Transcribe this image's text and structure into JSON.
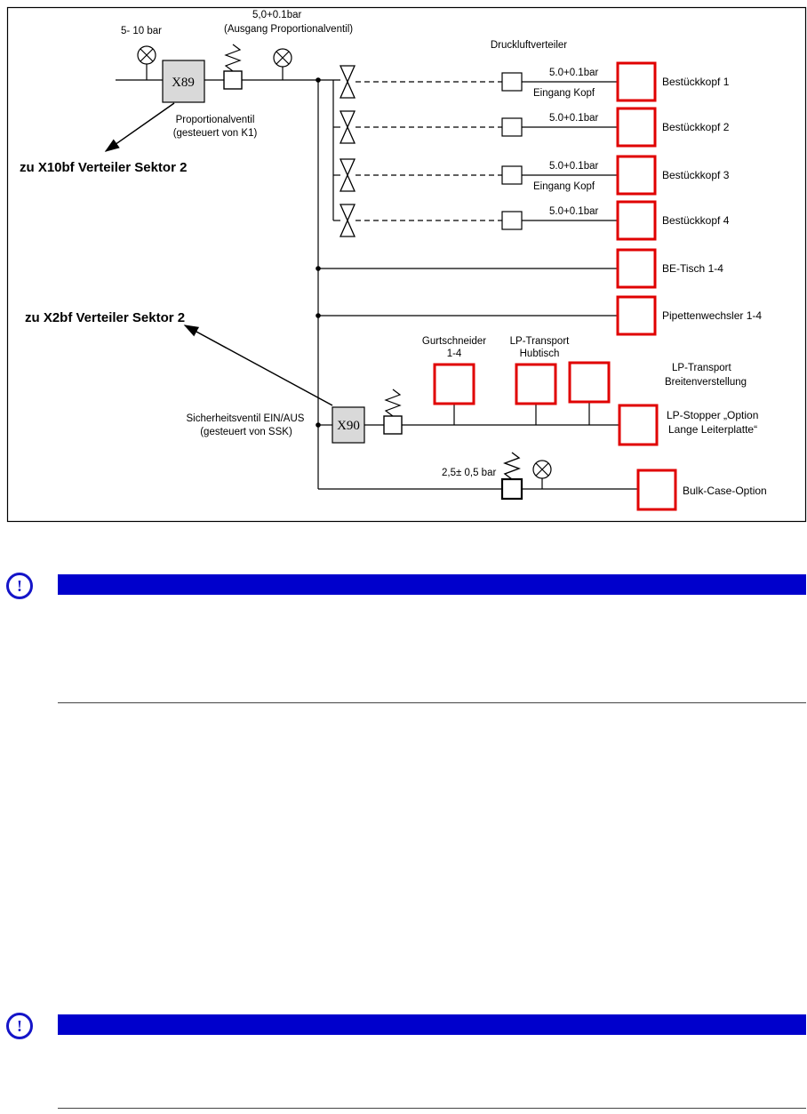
{
  "colors": {
    "red": "#e00000",
    "blue": "#0000cc",
    "gray": "#d9d9d9",
    "line": "#000000"
  },
  "diagram": {
    "supply_pressure": "5- 10 bar",
    "prop_output_pressure": "5,0+0.1bar",
    "prop_output_caption": "(Ausgang Proportionalventil)",
    "x89_label": "X89",
    "prop_valve_name": "Proportionalventil",
    "prop_valve_ctrl": "(gesteuert von K1)",
    "zu_x10bf": "zu X10bf  Verteiler Sektor  2",
    "distributor_title": "Druckluftverteiler",
    "rows": [
      {
        "pressure": "5.0+0.1bar",
        "sub": "Eingang Kopf",
        "label": "Bestückkopf 1"
      },
      {
        "pressure": "5.0+0.1bar",
        "sub": "",
        "label": "Bestückkopf 2"
      },
      {
        "pressure": "5.0+0.1bar",
        "sub": "Eingang Kopf",
        "label": "Bestückkopf 3"
      },
      {
        "pressure": "5.0+0.1bar",
        "sub": "",
        "label": "Bestückkopf 4"
      }
    ],
    "be_tisch_label": "BE-Tisch 1-4",
    "pipetten_label": "Pipettenwechsler  1-4",
    "zu_x2bf": "zu X2bf  Verteiler Sektor  2",
    "safety_valve_name": "Sicherheitsventil EIN/AUS",
    "safety_valve_ctrl": "(gesteuert von SSK)",
    "x90_label": "X90",
    "gurtschneider_l1": "Gurtschneider",
    "gurtschneider_l2": "1-4",
    "lp_hub_l1": "LP-Transport",
    "lp_hub_l2": "Hubtisch",
    "lp_breiten_l1": "LP-Transport",
    "lp_breiten_l2": "Breitenverstellung",
    "lp_stopper_l1": "LP-Stopper „Option",
    "lp_stopper_l2": "Lange Leiterplatte“",
    "bulk_pressure": "2,5±  0,5 bar",
    "bulk_label": "Bulk-Case-Option"
  },
  "notices": [
    {
      "icon_glyph": "!"
    },
    {
      "icon_glyph": "!"
    }
  ]
}
